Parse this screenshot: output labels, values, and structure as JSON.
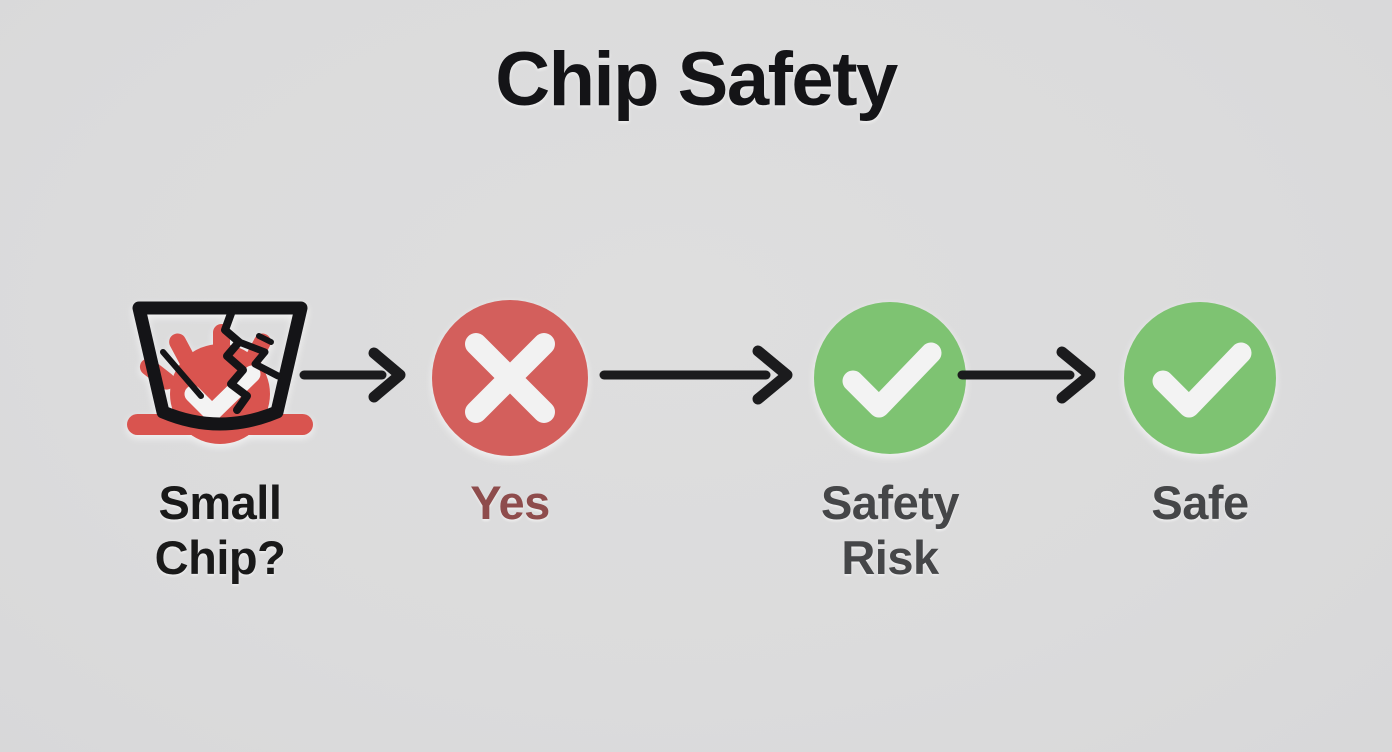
{
  "page": {
    "title": "Chip Safety",
    "background_color": "#dcdcdd",
    "title_color": "#141417"
  },
  "palette": {
    "red": "#d35f5c",
    "red_dark_text": "#8e4c4c",
    "green": "#7ec372",
    "gray_text": "#454648",
    "dark_text": "#191919",
    "arrow": "#1b1b1d",
    "mark_white": "#f2f2f2"
  },
  "flow": {
    "nodes": [
      {
        "id": "small-chip",
        "icon": "cracked-glass-warning-icon",
        "label": "Small\nChip?",
        "label_color": "#191919"
      },
      {
        "id": "yes",
        "icon": "red-cross-circle-icon",
        "label": "Yes",
        "label_color": "#8e4c4c"
      },
      {
        "id": "safety-risk",
        "icon": "green-check-circle-icon",
        "label": "Safety\nRisk",
        "label_color": "#454648"
      },
      {
        "id": "safe",
        "icon": "green-check-circle-icon",
        "label": "Safe",
        "label_color": "#454648"
      }
    ],
    "arrows": [
      {
        "id": "arrow-1",
        "icon": "arrow-right-icon",
        "from": "small-chip",
        "to": "yes"
      },
      {
        "id": "arrow-2",
        "icon": "arrow-right-icon",
        "from": "yes",
        "to": "safety-risk"
      },
      {
        "id": "arrow-3",
        "icon": "arrow-right-icon",
        "from": "safety-risk",
        "to": "safe"
      }
    ]
  }
}
